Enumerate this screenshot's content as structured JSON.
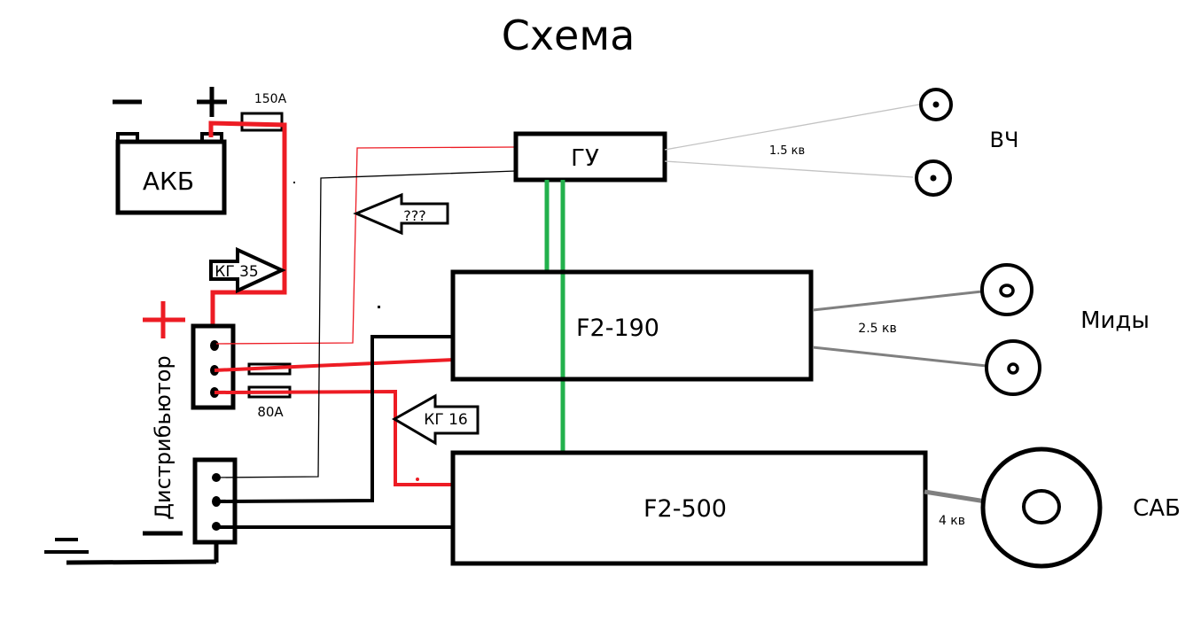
{
  "title": "Схема",
  "colors": {
    "power": "#ed1c24",
    "signal": "#000000",
    "remote": "#22b14c",
    "speaker_wire": "#808080",
    "tweeter_wire": "#c3c3c3"
  },
  "battery": {
    "label": "АКБ",
    "minus": "−",
    "plus": "+",
    "fuse_label": "150А"
  },
  "cables": {
    "main_power": "КГ 35",
    "unknown": "???",
    "amp_power": "КГ 16"
  },
  "distributors": {
    "label": "Дистрибьютор",
    "plus_sign": "+",
    "minus_sign": "−",
    "fuse_label": "80А"
  },
  "head_unit": {
    "label": "ГУ"
  },
  "amplifiers": [
    {
      "label": "F2-190"
    },
    {
      "label": "F2-500"
    }
  ],
  "speakers": {
    "tweeters": {
      "label": "ВЧ",
      "wire": "1.5 кв"
    },
    "mids": {
      "label": "Миды",
      "wire": "2.5 кв"
    },
    "sub": {
      "label": "САБ",
      "wire": "4 кв"
    }
  }
}
